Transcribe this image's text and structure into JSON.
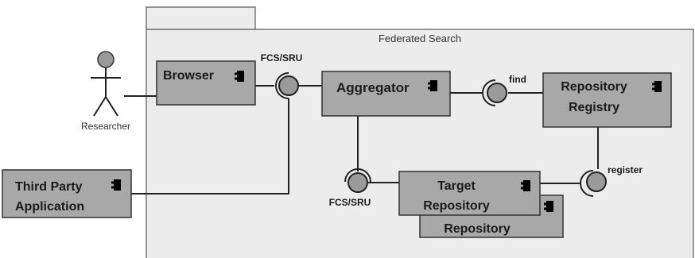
{
  "package": {
    "label": "Federated Search"
  },
  "actor": {
    "label": "Researcher"
  },
  "components": {
    "browser": "Browser",
    "aggregator": "Aggregator",
    "repository_registry_line1": "Repository",
    "repository_registry_line2": "Registry",
    "third_party_line1": "Third Party",
    "third_party_line2": "Application",
    "target_repository_line1": "Target",
    "target_repository_line2": "Repository",
    "repository": "Repository"
  },
  "interfaces": {
    "fcs_sru_top": "FCS/SRU",
    "fcs_sru_bottom": "FCS/SRU",
    "find": "find",
    "register": "register"
  }
}
